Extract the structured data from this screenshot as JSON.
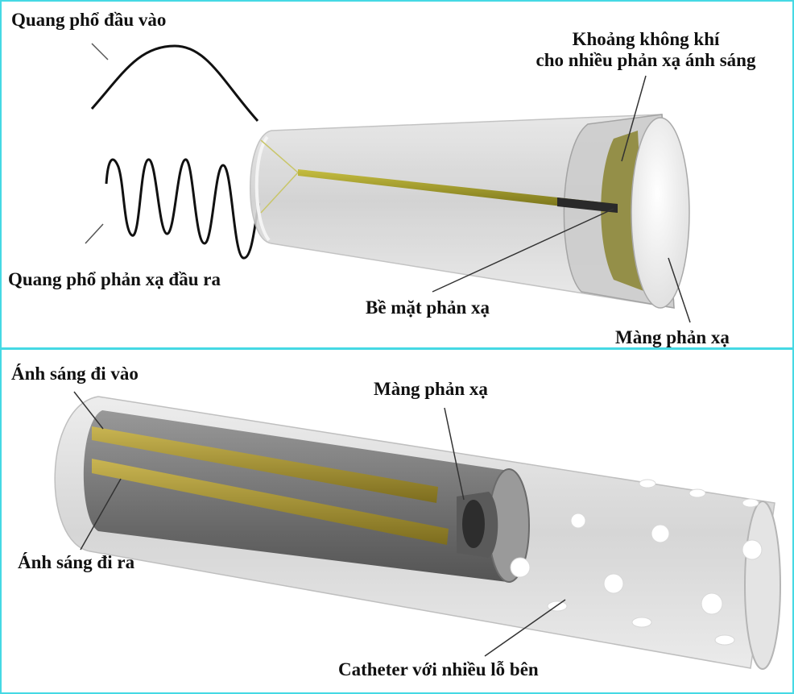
{
  "top_panel": {
    "input_spectrum_label": "Quang phổ đầu vào",
    "output_spectrum_label": "Quang phổ phản xạ đầu ra",
    "air_gap_label_line1": "Khoảng không khí",
    "air_gap_label_line2": "cho nhiều phản xạ ánh sáng",
    "reflective_surface_label": "Bề mặt phản xạ",
    "reflective_membrane_label": "Màng phản xạ"
  },
  "bottom_panel": {
    "light_in_label": "Ánh sáng đi vào",
    "light_out_label": "Ánh sáng đi ra",
    "membrane_label": "Màng phản xạ",
    "catheter_label": "Catheter với nhiều lỗ bên"
  },
  "colors": {
    "frame_border": "#45d9e4",
    "fiber_olive": "#9a9226",
    "glass": "#d6d6d6",
    "label_text": "#111111"
  }
}
